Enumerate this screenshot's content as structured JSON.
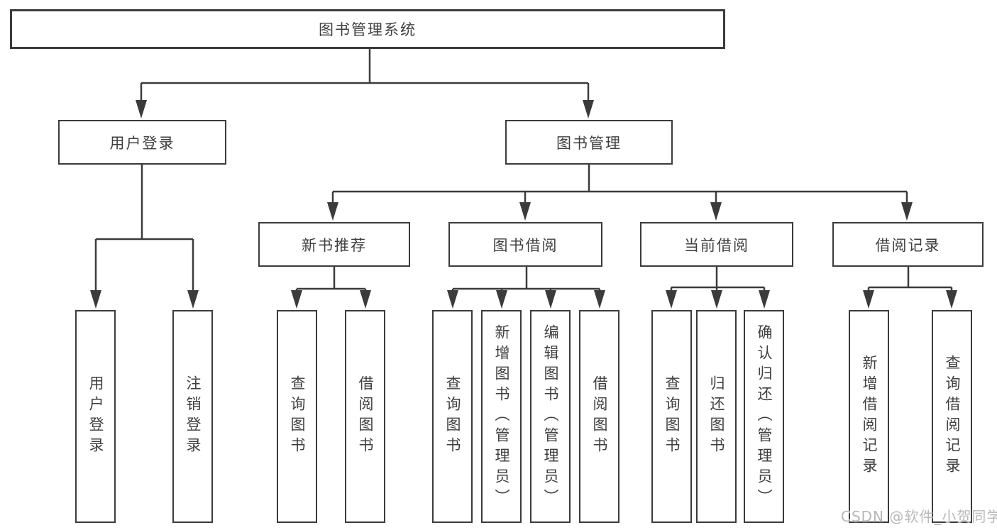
{
  "tree": {
    "root": "图书管理系统",
    "level2": [
      "用户登录",
      "图书管理"
    ],
    "level3": [
      "新书推荐",
      "图书借阅",
      "当前借阅",
      "借阅记录"
    ],
    "leaves": {
      "login": [
        "用户登录",
        "注销登录"
      ],
      "recommend": [
        "查询图书",
        "借阅图书"
      ],
      "borrow": [
        "查询图书",
        "新增图书（管理员）",
        "编辑图书（管理员）",
        "借阅图书"
      ],
      "current": [
        "查询图书",
        "归还图书",
        "确认归还（管理员）"
      ],
      "records": [
        "新增借阅记录",
        "查询借阅记录"
      ]
    }
  },
  "watermark": {
    "text": "CSDN @软件_小贺同学",
    "color": "#b8b8b8"
  },
  "colors": {
    "line": "#3b3b3b",
    "text": "#3f3f3f",
    "background": "#ffffff"
  }
}
